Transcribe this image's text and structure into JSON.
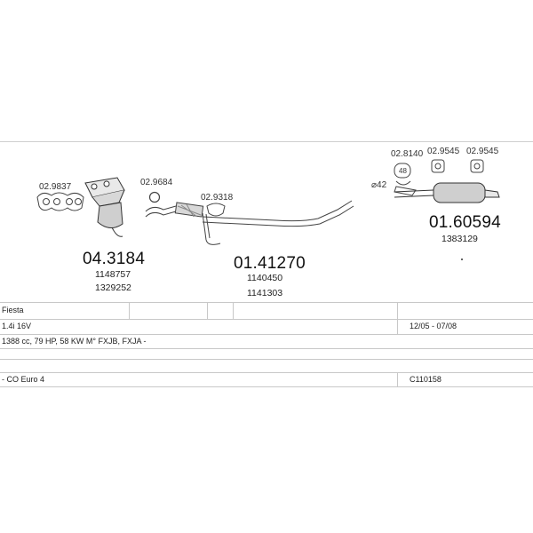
{
  "parts": {
    "gasket_manifold": "02.9837",
    "catalyst_code": "04.3184",
    "catalyst_oe1": "1148757",
    "catalyst_oe2": "1329252",
    "gasket_ring": "02.9684",
    "gasket_flange": "02.9318",
    "mid_pipe_code": "01.41270",
    "mid_pipe_oe1": "1140450",
    "mid_pipe_oe2": "1141303",
    "diameter": "⌀42",
    "clamp": "02.8140",
    "clamp_size": "48",
    "hanger1": "02.9545",
    "hanger2": "02.9545",
    "rear_code": "01.60594",
    "rear_oe": "1383129"
  },
  "table": {
    "model": "Fiesta",
    "engine": "1.4i 16V",
    "dates": "12/05 - 07/08",
    "spec": "1388 cc, 79 HP, 58 KW M° FXJB, FXJA -",
    "emission": "- CO Euro 4",
    "ref": "C110158"
  }
}
